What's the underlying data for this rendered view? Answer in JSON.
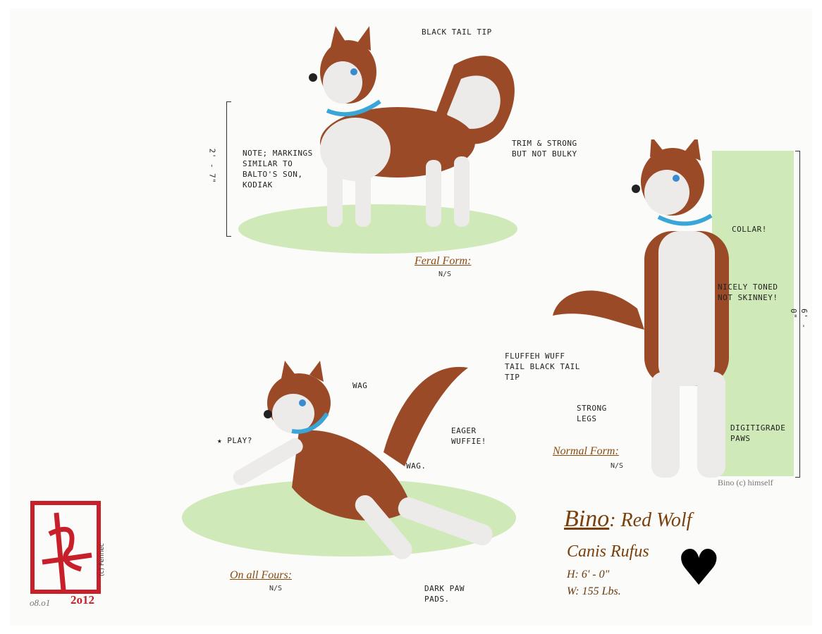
{
  "feral": {
    "caption": "Feral Form:",
    "ns": "N/S",
    "height": "2' - 7\"",
    "note": "Note; markings similar to Balto's son, Kodiak",
    "tail_tip": "Black tail tip",
    "build": "Trim & strong but not bulky"
  },
  "normal": {
    "caption": "Normal Form:",
    "ns": "N/S",
    "height": "6' - 0\"",
    "collar": "Collar!",
    "toned": "Nicely toned not skinney!",
    "tail": "Fluffeh wuff tail black tail tip",
    "legs": "Strong legs",
    "paws": "Digitigrade paws",
    "credit": "Bino (c) himself"
  },
  "fours": {
    "caption": "On all Fours:",
    "ns": "N/S",
    "wag1": "Wag",
    "wag2": "Wag.",
    "eager": "Eager wuffie!",
    "play": "★ Play?",
    "pads": "Dark paw pads."
  },
  "info": {
    "name": "Bino",
    "species": ": Red Wolf",
    "latin": "Canis Rufus",
    "height": "H:  6' - 0\"",
    "weight": "W:  155 Lbs."
  },
  "signature": {
    "copyright": "(c) Fennec",
    "date": "o8.o1",
    "year": "2o12"
  },
  "colors": {
    "fur": "#9a4a26",
    "light": "#ecebea",
    "grass": "#cfeab8",
    "accent": "#8a4a0c"
  }
}
